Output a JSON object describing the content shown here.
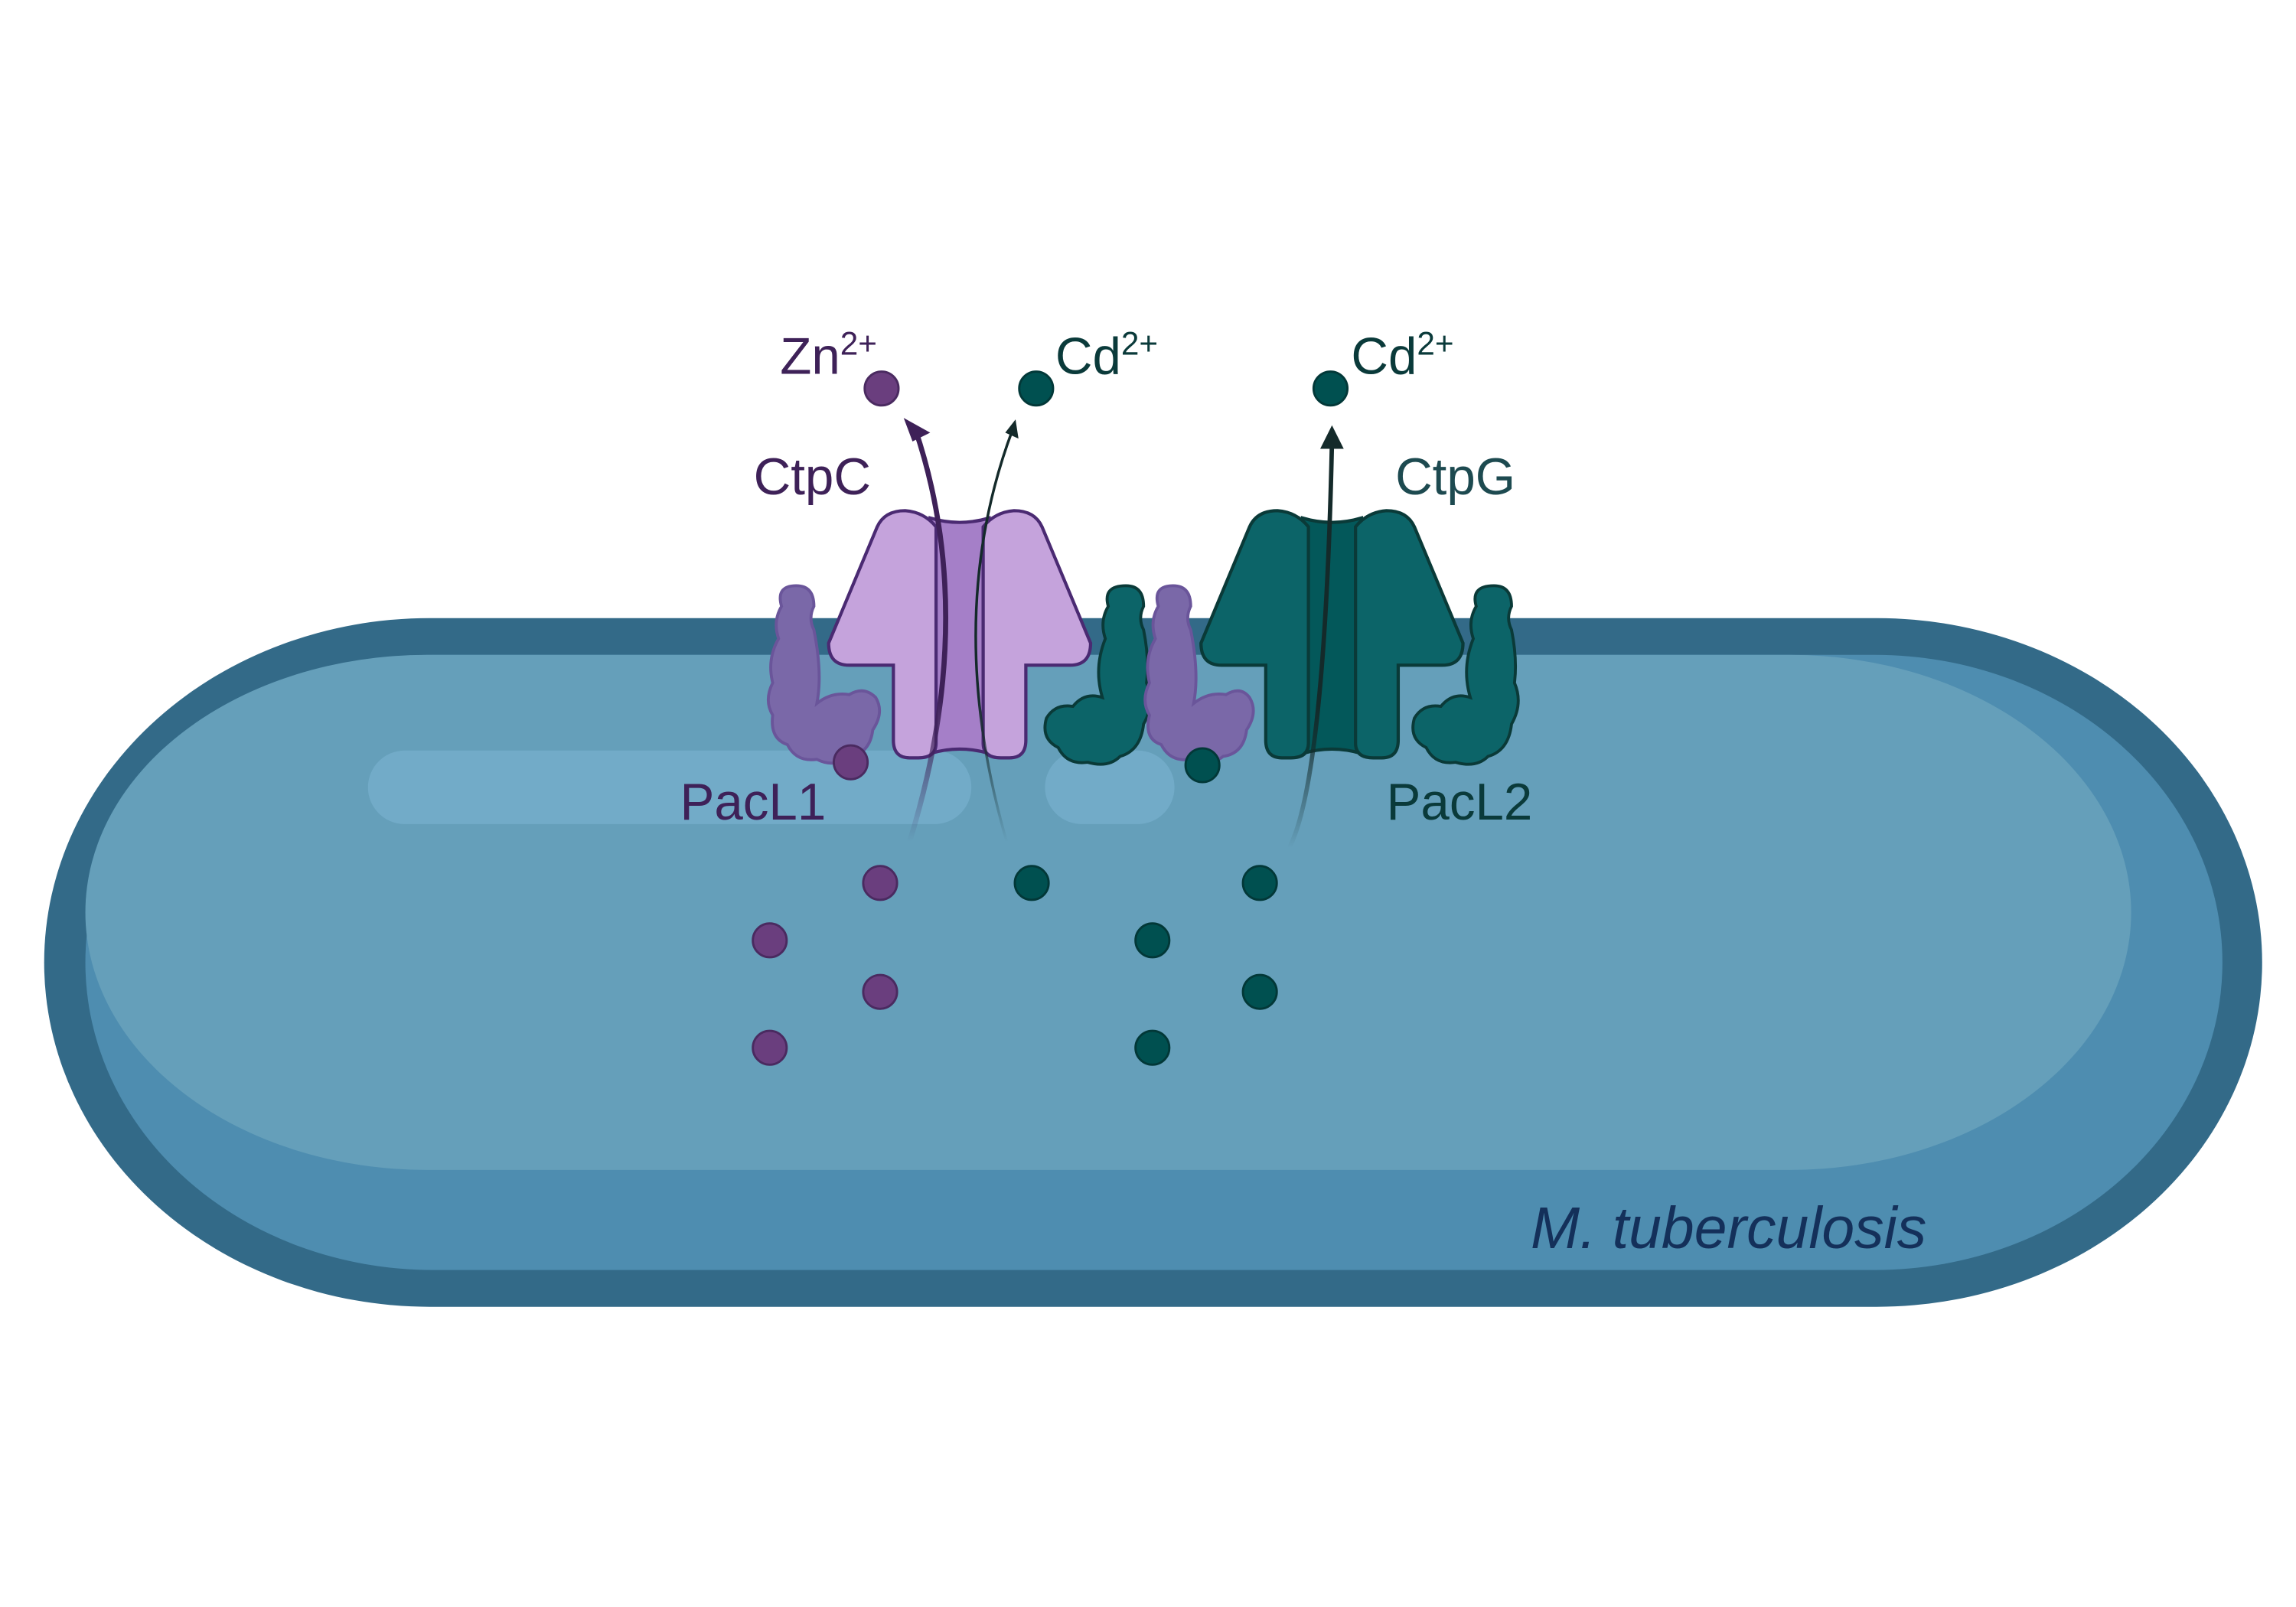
{
  "organism_label": "M. tuberculosis",
  "ions": {
    "zn": {
      "symbol": "Zn",
      "charge": "2+"
    },
    "cd_ctpc": {
      "symbol": "Cd",
      "charge": "2+"
    },
    "cd_ctpg": {
      "symbol": "Cd",
      "charge": "2+"
    }
  },
  "transporters": {
    "ctpc": {
      "label": "CtpC"
    },
    "ctpg": {
      "label": "CtpG"
    }
  },
  "chaperones": {
    "pacl1": {
      "label": "PacL1"
    },
    "pacl2": {
      "label": "PacL2"
    }
  },
  "colors": {
    "zinc": "#6a3e7e",
    "cadmium": "#005050",
    "ctpc_fill": "#c5a3dc",
    "ctpg_fill": "#0c6468",
    "membrane": "#336a88",
    "cytoplasm": "#659fba"
  }
}
